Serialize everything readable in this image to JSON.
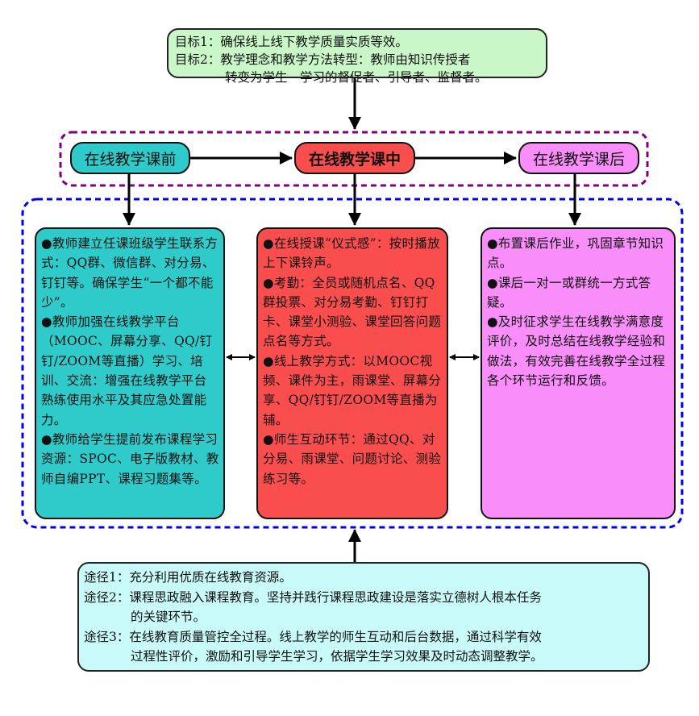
{
  "goals": {
    "goal1_label": "目标1：",
    "goal1_text": "确保线上线下教学质量实质等效。",
    "goal2_label": "目标2：",
    "goal2_line1": "教学理念和教学方法转型：教师由知识传授者",
    "goal2_line2": "转变为学生　学习的督促者、引导者、监督者。"
  },
  "phases": {
    "pre": "在线教学课前",
    "mid": "在线教学课中",
    "post": "在线教学课后"
  },
  "content": {
    "pre": [
      "●教师建立任课班级学生联系方式：QQ群、微信群、对分易、钉钉等。确保学生“一个都不能少”。",
      "●教师加强在线教学平台（MOOC、屏幕分享、QQ/钉钉/ZOOM等直播）学习、培训、交流：增强在线教学平台熟练使用水平及其应急处置能力。",
      "●教师给学生提前发布课程学习资源：SPOC、电子版教材、教师自编PPT、课程习题集等。"
    ],
    "mid": [
      "●在线授课“仪式感”：按时播放上下课铃声。",
      "●考勤：全员或随机点名、QQ群投票、对分易考勤、钉钉打卡、课堂小测验、课堂回答问题点名等方式。",
      "●线上教学方式：以MOOC视频、课件为主，雨课堂、屏幕分享、QQ/钉钉/ZOOM等直播为辅。",
      "●师生互动环节：通过QQ、对分易、雨课堂、问题讨论、测验练习等。"
    ],
    "post": [
      "●布置课后作业，巩固章节知识点。",
      "●课后一对一或群统一方式答疑。",
      "●及时征求学生在线教学满意度评价，及时总结在线教学经验和做法，有效完善在线教学全过程各个环节运行和反馈。"
    ]
  },
  "paths": {
    "path1_label": "途径1：",
    "path1_text": "充分利用优质在线教育资源。",
    "path2_label": "途径2：",
    "path2_line1": "课程思政融入课程教育。坚持并践行课程思政建设是落实立德树人根本任务",
    "path2_line2": "的关键环节。",
    "path3_label": "途径3：",
    "path3_line1": "在线教育质量管控全过程。线上教学的师生互动和后台数据，通过科学有效",
    "path3_line2": "过程性评价，激励和引导学生学习，依据学生学习效果及时动态调整教学。"
  },
  "colors": {
    "goal_fill": "#c9f7c7",
    "pre_fill": "#2fcaca",
    "mid_fill": "#fa4d4d",
    "post_fill": "#f98df9",
    "path_fill": "#c8fafa",
    "phase_group_border": "#800080",
    "content_group_border": "#0000ee"
  }
}
